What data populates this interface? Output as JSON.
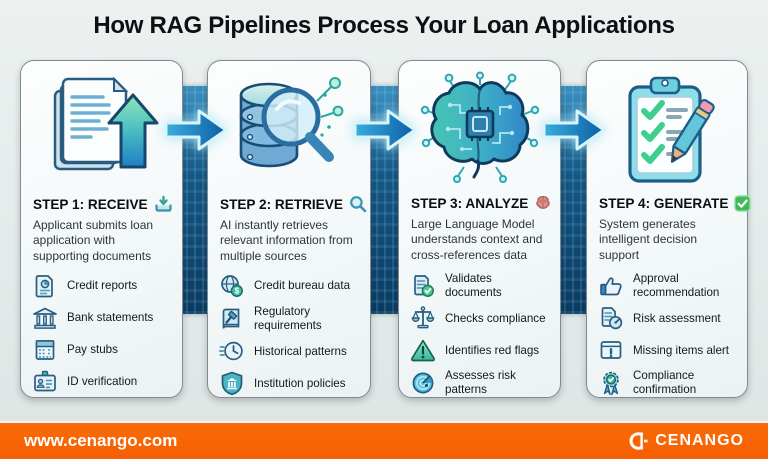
{
  "title": "How RAG Pipelines Process Your Loan Applications",
  "steps": [
    {
      "header": "STEP 1: RECEIVE",
      "header_icon": "download-tray-icon",
      "illustration": "documents-upload-illustration",
      "description": "Applicant submits loan application with supporting documents",
      "items": [
        {
          "label": "Credit reports",
          "icon": "credit-report-icon"
        },
        {
          "label": "Bank statements",
          "icon": "bank-icon"
        },
        {
          "label": "Pay stubs",
          "icon": "pay-stub-icon"
        },
        {
          "label": "ID verification",
          "icon": "id-card-icon"
        }
      ]
    },
    {
      "header": "STEP 2: RETRIEVE",
      "header_icon": "magnifying-glass-icon",
      "illustration": "database-search-illustration",
      "description": "AI instantly retrieves relevant information from multiple sources",
      "items": [
        {
          "label": "Credit bureau data",
          "icon": "globe-dollar-icon"
        },
        {
          "label": "Regulatory requirements",
          "icon": "law-book-gavel-icon"
        },
        {
          "label": "Historical patterns",
          "icon": "clock-history-icon"
        },
        {
          "label": "Institution policies",
          "icon": "shield-bank-icon"
        }
      ]
    },
    {
      "header": "STEP 3: ANALYZE",
      "header_icon": "brain-icon",
      "illustration": "ai-brain-chip-illustration",
      "description": "Large Language Model understands context and cross-references data",
      "items": [
        {
          "label": "Validates documents",
          "icon": "document-check-icon"
        },
        {
          "label": "Checks compliance",
          "icon": "scales-icon"
        },
        {
          "label": "Identifies red flags",
          "icon": "warning-triangle-icon"
        },
        {
          "label": "Assesses risk patterns",
          "icon": "radar-icon"
        }
      ]
    },
    {
      "header": "STEP 4: GENERATE",
      "header_icon": "green-check-square-icon",
      "illustration": "checklist-pencil-illustration",
      "description": "System generates intelligent decision support",
      "items": [
        {
          "label": "Approval recommendation",
          "icon": "thumbs-up-icon"
        },
        {
          "label": "Risk assessment",
          "icon": "report-gauge-icon"
        },
        {
          "label": "Missing items alert",
          "icon": "window-alert-icon"
        },
        {
          "label": "Compliance confirmation",
          "icon": "award-ribbon-icon"
        }
      ]
    }
  ],
  "footer": {
    "url": "www.cenango.com",
    "brand": "CENANGO"
  },
  "colors": {
    "accent_orange": "#f96200",
    "arrow_blue": "#0d62a8",
    "band_navy": "#0b3a61",
    "card_background": "#f5f9fa",
    "success_green": "#3ecf8e"
  }
}
